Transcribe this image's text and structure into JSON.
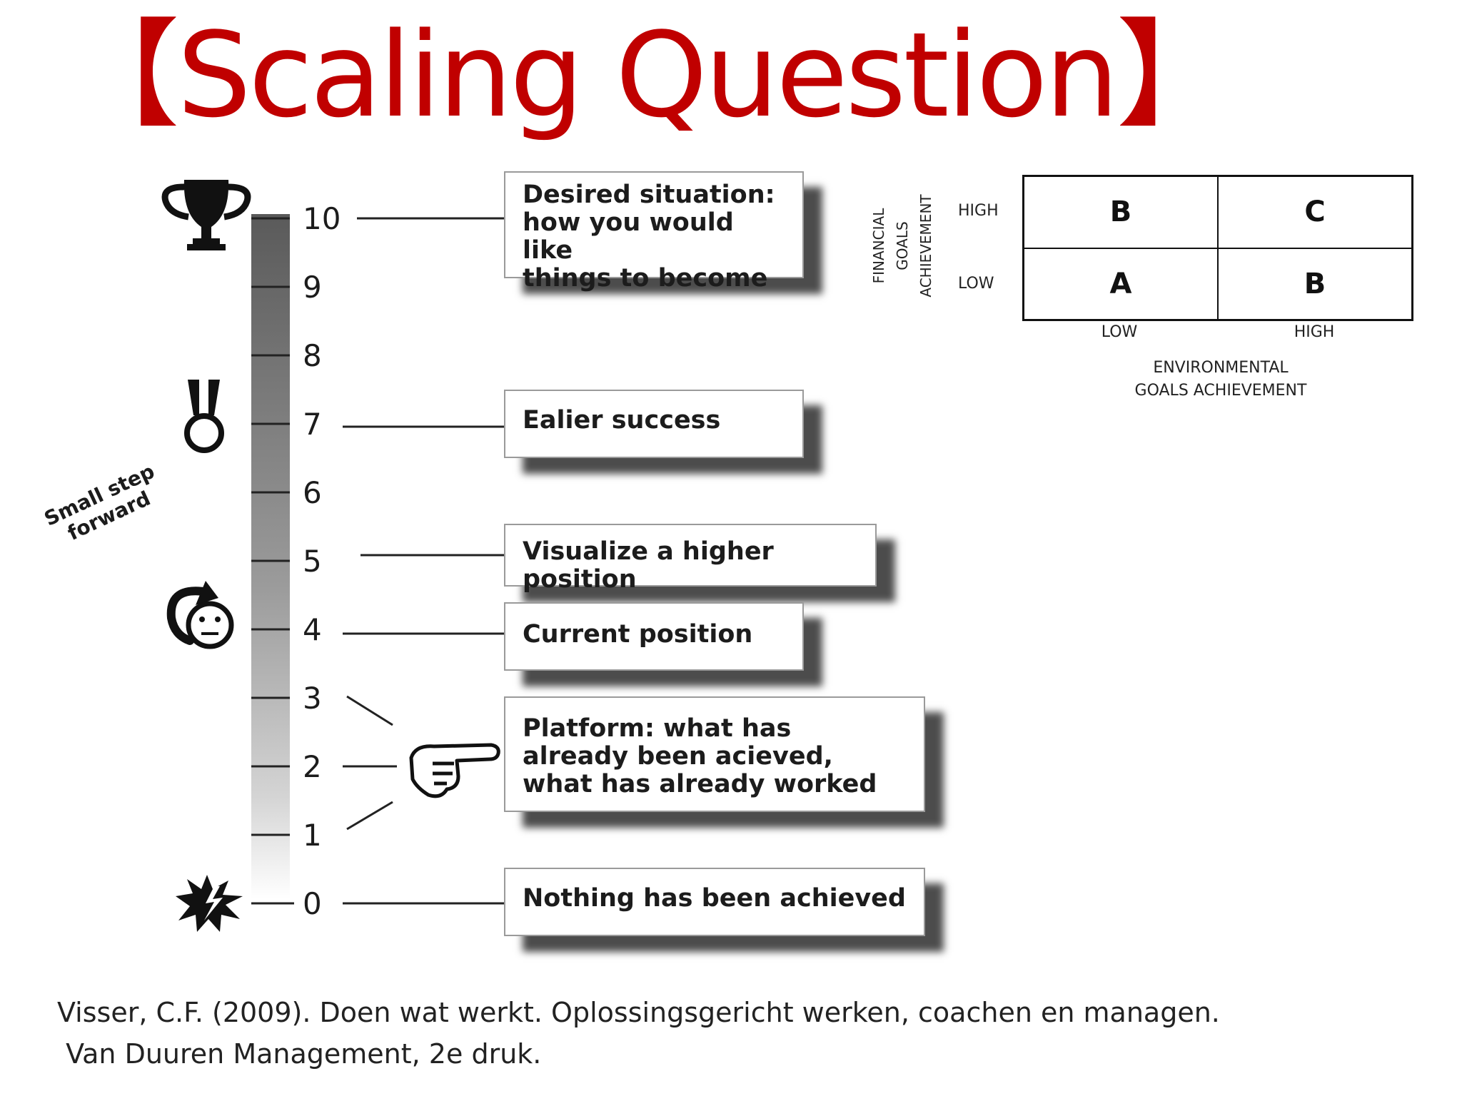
{
  "title": "【Scaling Question】",
  "scale": {
    "min": 0,
    "max": 10,
    "ticks": [
      "0",
      "1",
      "2",
      "3",
      "4",
      "5",
      "6",
      "7",
      "8",
      "9",
      "10"
    ],
    "side_label": [
      "Small step",
      "forward"
    ]
  },
  "callouts": {
    "desired": [
      "Desired situation:",
      "how you would like",
      "things to become"
    ],
    "earlier": [
      "Ealier success"
    ],
    "visualize": [
      "Visualize a higher position"
    ],
    "current": [
      "Current position"
    ],
    "platform": [
      "Platform: what has",
      "already been acieved,",
      "what has already worked"
    ],
    "nothing": [
      "Nothing has been achieved"
    ]
  },
  "icons": [
    "trophy-icon",
    "medal-icon",
    "neutral-face-icon",
    "curved-arrow-icon",
    "pointing-hand-icon",
    "explosion-icon"
  ],
  "matrix": {
    "y_axis_label": [
      "FINANCIAL",
      "GOALS",
      "ACHIEVEMENT"
    ],
    "y_levels": {
      "high": "HIGH",
      "low": "LOW"
    },
    "x_levels": {
      "low": "LOW",
      "high": "HIGH"
    },
    "x_axis_label": [
      "ENVIRONMENTAL",
      "GOALS ACHIEVEMENT"
    ],
    "cells": {
      "high_low": "B",
      "high_high": "C",
      "low_low": "A",
      "low_high": "B"
    }
  },
  "citation": [
    "Visser, C.F. (2009). Doen wat werkt. Oplossingsgericht werken, coachen en managen.",
    " Van Duuren Management, 2e druk."
  ],
  "colors": {
    "title": "#c00000",
    "text": "#1c1c1c"
  }
}
